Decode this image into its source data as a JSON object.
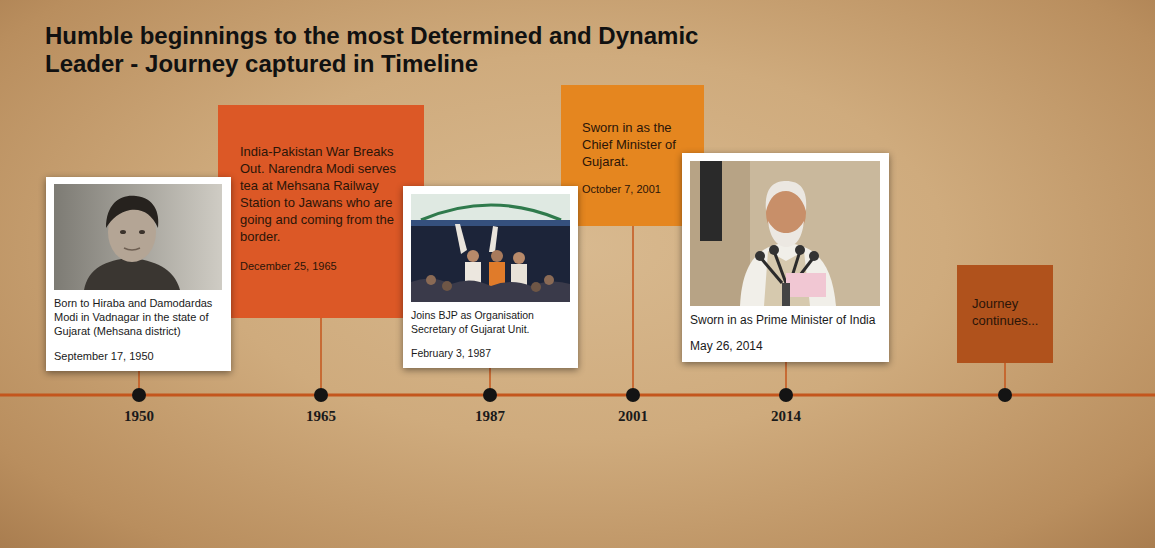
{
  "diagram": {
    "title": "Humble beginnings to the most Determined and Dynamic Leader - Journey captured in Timeline",
    "nodes": [
      {
        "text": [
          "Born to Hiraba and Damodardas Modi in Vadnagar in the state of Gujarat (Mehsana district)",
          "September 17, 1950"
        ]
      },
      {
        "text": [
          "India-Pakistan War Breaks Out. Narendra Modi serves tea at Mehsana Railway Station to Jawans who are going and coming from the border.",
          "December 25, 1965"
        ]
      },
      {
        "text": [
          "Joins BJP as Organisation Secretary of Gujarat Unit.",
          "February 3, 1987"
        ]
      },
      {
        "text": [
          "Sworn in as the Chief Minister of Gujarat.",
          "October 7, 2001"
        ]
      },
      {
        "text": [
          "Sworn in as Prime Minister of India",
          "May 26, 2014"
        ]
      },
      {
        "text": [
          "Journey continues..."
        ]
      }
    ],
    "labels": [
      "1950",
      "1965",
      "1987",
      "2001",
      "2014"
    ]
  }
}
